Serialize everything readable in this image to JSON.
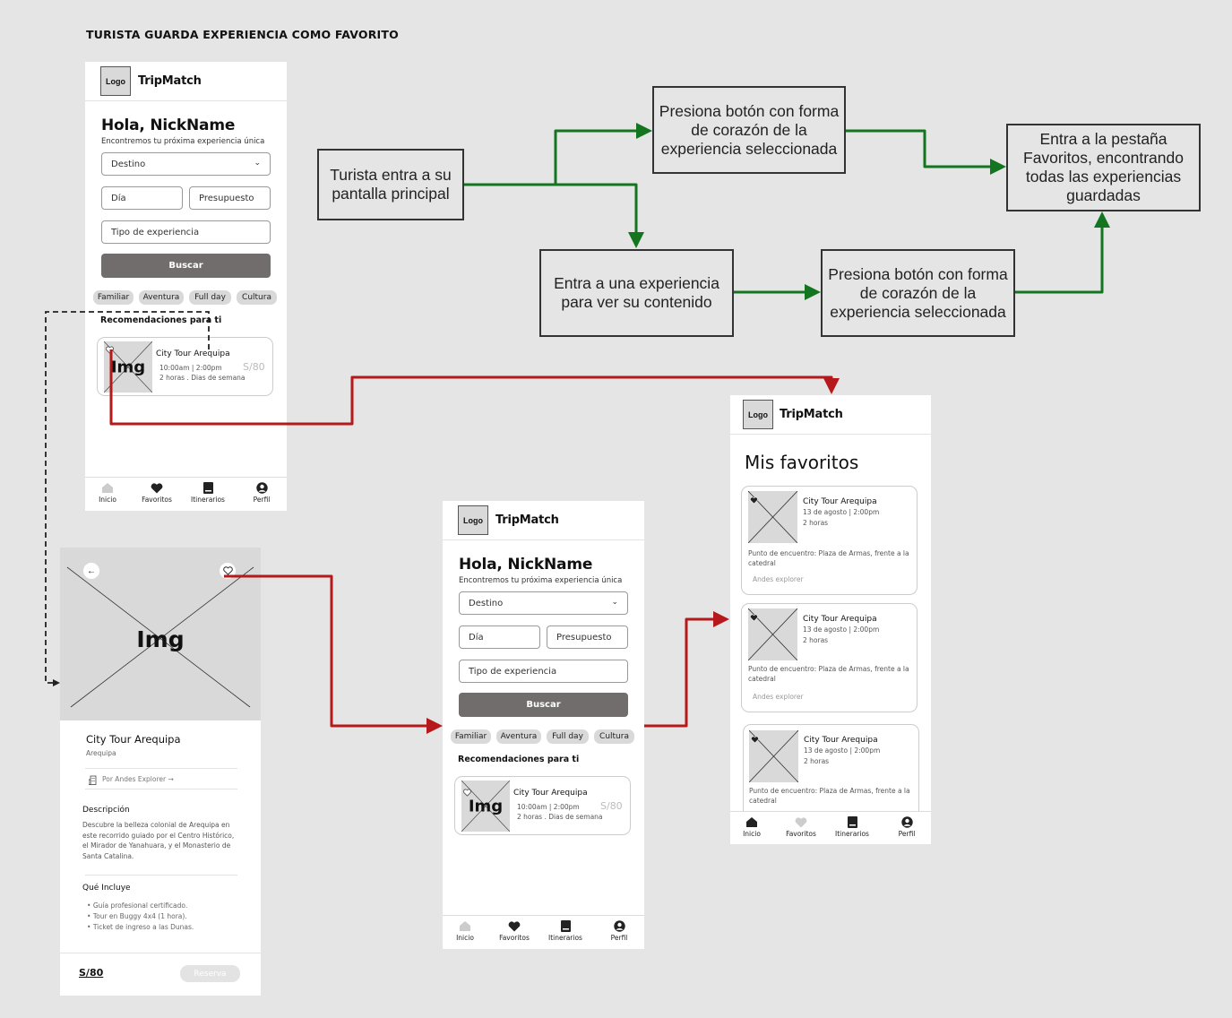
{
  "page_title": "TURISTA GUARDA EXPERIENCIA COMO FAVORITO",
  "app": {
    "logo": "Logo",
    "brand": "TripMatch"
  },
  "home": {
    "greeting": "Hola, NickName",
    "subtitle": "Encontremos tu próxima experiencia única",
    "destino": "Destino",
    "dia": "Día",
    "presupuesto": "Presupuesto",
    "tipo": "Tipo de experiencia",
    "buscar": "Buscar",
    "chips": [
      "Familiar",
      "Aventura",
      "Full day",
      "Cultura"
    ],
    "section": "Recomendaciones para ti",
    "card": {
      "img": "Img",
      "name": "City Tour Arequipa",
      "time": "10:00am | 2:00pm",
      "meta": "2 horas . Dias de semana",
      "price": "S/80"
    }
  },
  "nav": {
    "items": [
      "Inicio",
      "Favoritos",
      "Itinerarios",
      "Perfil"
    ]
  },
  "detail": {
    "img": "Img",
    "title": "City Tour Arequipa",
    "location": "Arequipa",
    "provider": "Por Andes Explorer →",
    "desc_title": "Descripción",
    "desc": "Descubre la belleza colonial de Arequipa en este recorrido guiado por el Centro Histórico, el Mirador de Yanahuara, y el Monasterio de Santa Catalina.",
    "includes_title": "Qué Incluye",
    "includes": [
      "Guía profesional certificado.",
      "Tour en Buggy 4x4 (1 hora).",
      "Ticket de ingreso a las Dunas."
    ],
    "price": "S/80",
    "reserve": "Reserva"
  },
  "favorites": {
    "title": "Mis favoritos",
    "cards": [
      {
        "name": "City Tour Arequipa",
        "date": "13 de agosto | 2:00pm",
        "duration": "2 horas",
        "meeting": "Punto de encuentro: Plaza de Armas, frente a la catedral",
        "provider": "Andes explorer"
      },
      {
        "name": "City Tour Arequipa",
        "date": "13 de agosto | 2:00pm",
        "duration": "2 horas",
        "meeting": "Punto de encuentro: Plaza de Armas, frente a la catedral",
        "provider": "Andes explorer"
      },
      {
        "name": "City Tour Arequipa",
        "date": "13 de agosto | 2:00pm",
        "duration": "2 horas",
        "meeting": "Punto de encuentro: Plaza de Armas, frente a la catedral"
      }
    ]
  },
  "flow": {
    "start": "Turista entra a su pantalla principal",
    "heart_top": "Presiona botón con forma de corazón de la experiencia seleccionada",
    "enter_exp": "Entra a una experiencia para ver su contenido",
    "heart_bottom": "Presiona botón con forma de corazón de la experiencia seleccionada",
    "favorites_tab": "Entra a la pestaña Favoritos, encontrando todas las experiencias guardadas"
  },
  "colors": {
    "green_arrow": "#13751f",
    "red_arrow": "#b5191b",
    "dashed": "#333333",
    "button": "#726d6d",
    "canvas": "#e5e5e5"
  }
}
